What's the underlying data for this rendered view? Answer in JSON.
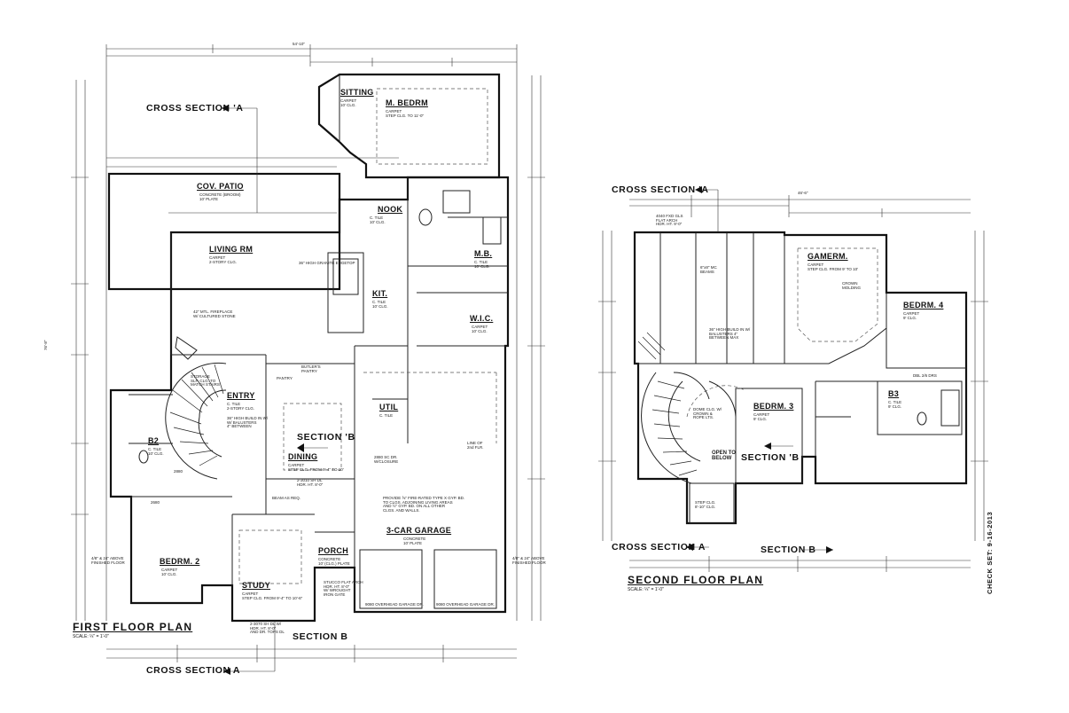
{
  "first_floor": {
    "title": "FIRST FLOOR PLAN",
    "scale": "SCALE: ¼\" = 1'-0\"",
    "overall_width": "54'-10\"",
    "overall_depth": "76'-8\"",
    "rooms": {
      "sitting": {
        "name": "SITTING",
        "notes": "CARPET\n10' CLG."
      },
      "master_bedroom": {
        "name": "M. BEDRM",
        "notes": "CARPET\nSTEP CLG. TO 11'-0\""
      },
      "covered_patio": {
        "name": "COV. PATIO",
        "notes": "CONCRETE (BROOM)\n10' PLATE"
      },
      "nook": {
        "name": "NOOK",
        "notes": "C. TILE\n10' CLG."
      },
      "living": {
        "name": "LIVING RM",
        "notes": "CARPET\n2-STORY CLG."
      },
      "master_bath": {
        "name": "M.B.",
        "notes": "C. TILE\n10' CLG."
      },
      "kitchen": {
        "name": "KIT.",
        "notes": "C. TILE\n10' CLG."
      },
      "walk_in_closet": {
        "name": "W.I.C.",
        "notes": "CARPET\n10' CLG."
      },
      "entry": {
        "name": "ENTRY",
        "notes": "C. TILE\n2-STORY CLG."
      },
      "dining": {
        "name": "DINING",
        "notes": "CARPET\nSTEP CLG. FROM 9'-4\" TO 10'"
      },
      "utility": {
        "name": "UTIL",
        "notes": "C. TILE"
      },
      "bath_2": {
        "name": "B2",
        "notes": "C. TILE\n10' CLG."
      },
      "bedroom_2": {
        "name": "BEDRM. 2",
        "notes": "CARPET\n10' CLG."
      },
      "study": {
        "name": "STUDY",
        "notes": "CARPET\nSTEP CLG. FROM 9'-4\" TO 10'-6\""
      },
      "porch": {
        "name": "PORCH",
        "notes": "CONCRETE\n10' (CLG.) PLATE"
      },
      "garage": {
        "name": "3-CAR GARAGE",
        "notes": "CONCRETE\n10' PLATE"
      }
    },
    "notes": {
      "fireplace": "42\" MTL. FIREPLACE\nW/ CULTURED STONE",
      "garage_fire": "PROVIDE ⅝\" FIRE-RATED TYPE X GYP. BD.\nTO CLGS. ADJOINING LIVING AREAS\nAND ½\" GYP. BD. ON ALL OTHER\nCLGS. AND WALLS.",
      "garage_doors_left": "9080 OVERHEAD GARAGE DR.",
      "garage_doors_right": "9080 OVERHEAD GARAGE DR.",
      "storage": "STORAGE\nSLP. CLG. TO\nMATCH STAIRS",
      "high_wall": "36\" HIGH BUILD IN W/\nW/ BALUSTERS\n4\" BETWEEN",
      "pantry": "PANTRY",
      "butler": "BUTLER'S\nPANTRY",
      "garage_line": "LINE OF\n2nd FLR.",
      "cabinet_enclosure": "2880 SC DR.\nW/CLOSURE",
      "beam": "BEAM AS REQ.",
      "finished_floor_left": "4/8\" & 24\" ABOVE\nFINISHED FLOOR",
      "finished_floor_right": "4/8\" & 24\" ABOVE\nFINISHED FLOOR",
      "granite_bar": "36\" HIGH GRANITE EDGETOP",
      "door_2880": "2880",
      "door_2680": "2680",
      "porch_arch": "STUCCO FLAT ARCH\nHDR. HT. 8'-0\"\nW/ WROUGHT\nIRON GATE",
      "study_window": "2-3010 SH DL\nHDR. HT. 8'-0\"",
      "front_door": "2-3070 SH DL W/\nHDR. HT. 8'-0\"\nAND DR. TOPS DL"
    },
    "section_labels": {
      "cross_a_top": "CROSS SECTION 'A",
      "cross_a_bottom": "CROSS SECTION A",
      "section_b_mid": "SECTION 'B",
      "section_b_bottom": "SECTION B"
    }
  },
  "second_floor": {
    "title": "SECOND FLOOR PLAN",
    "scale": "SCALE: ¼\" = 1'-0\"",
    "overall_width": "46'-6\"",
    "rooms": {
      "game_room": {
        "name": "GAMERM.",
        "notes": "CARPET\nSTEP CLG. FROM 9' TO 10'"
      },
      "bedroom_4": {
        "name": "BEDRM. 4",
        "notes": "CARPET\n9' CLG."
      },
      "bedroom_3": {
        "name": "BEDRM. 3",
        "notes": "CARPET\n9' CLG."
      },
      "bath_3": {
        "name": "B3",
        "notes": "C. TILE\n9' CLG."
      }
    },
    "notes": {
      "beams": "6\"x8\" MC\nBEAMS",
      "balusters": "36\" HIGH BUILD IN W/\nBALUSTERS 4\"\nBETWEEN MAX",
      "dome": "DOME CLG. W/\nCROWN &\nROPE LTS.",
      "open_below": "OPEN TO\nBELOW",
      "step_clg": "STEP CLG.\n8'-10\" CLG.",
      "windows": "4040 FXD GLS\nFLAT ARCH\nHDR. HT. 9'-0\"",
      "dbl_drs": "DBL 2/6 DRS",
      "crown_molding": "CROWN\nMOLDING"
    },
    "section_labels": {
      "cross_a_top": "CROSS SECTION 'A",
      "cross_a_bottom": "CROSS SECTION A",
      "section_b_mid": "SECTION 'B",
      "section_b_bottom": "SECTION B"
    }
  },
  "check_set": "CHECK SET: 9-16-2013"
}
